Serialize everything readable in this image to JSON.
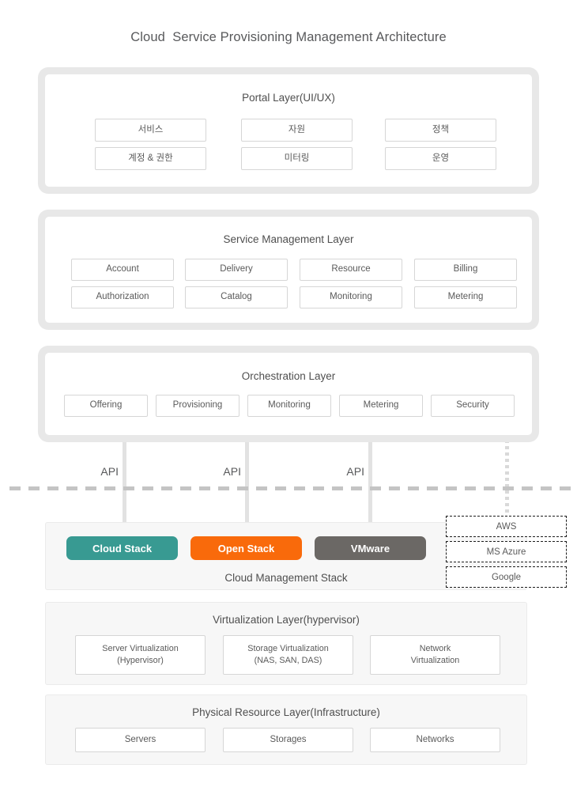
{
  "title": "Cloud  Service Provisioning Management Architecture",
  "layers": {
    "portal": {
      "title": "Portal Layer(UI/UX)",
      "cells": [
        "서비스",
        "자원",
        "정책",
        "계정 & 권한",
        "미터링",
        "운영"
      ]
    },
    "service_management": {
      "title": "Service Management Layer",
      "cells": [
        "Account",
        "Delivery",
        "Resource",
        "Billing",
        "Authorization",
        "Catalog",
        "Monitoring",
        "Metering"
      ]
    },
    "orchestration": {
      "title": "Orchestration Layer",
      "cells": [
        "Offering",
        "Provisioning",
        "Monitoring",
        "Metering",
        "Security"
      ]
    },
    "virtualization": {
      "title": "Virtualization Layer(hypervisor)",
      "cells": [
        "Server Virtualization\n(Hypervisor)",
        "Storage Virtualization\n(NAS, SAN, DAS)",
        "Network\nVirtualization"
      ]
    },
    "physical": {
      "title": "Physical Resource Layer(Infrastructure)",
      "cells": [
        "Servers",
        "Storages",
        "Networks"
      ]
    }
  },
  "api_labels": [
    "API",
    "API",
    "API"
  ],
  "cloud_management": {
    "caption": "Cloud Management Stack",
    "stacks": [
      {
        "label": "Cloud Stack",
        "color": "#389a92"
      },
      {
        "label": "Open Stack",
        "color": "#f96a0b"
      },
      {
        "label": "VMware",
        "color": "#6b6865"
      }
    ]
  },
  "public_clouds": [
    "AWS",
    "MS Azure",
    "Google"
  ],
  "colors": {
    "shell": "#e8e8e8",
    "panel": "#f7f7f7",
    "cell_border": "#d6d6d6",
    "connector": "#e2e2e2",
    "divider_dash": "#c4c4c4",
    "text": "#58595b",
    "cloud_stack": "#389a92",
    "open_stack": "#f96a0b",
    "vmware": "#6b6865"
  }
}
